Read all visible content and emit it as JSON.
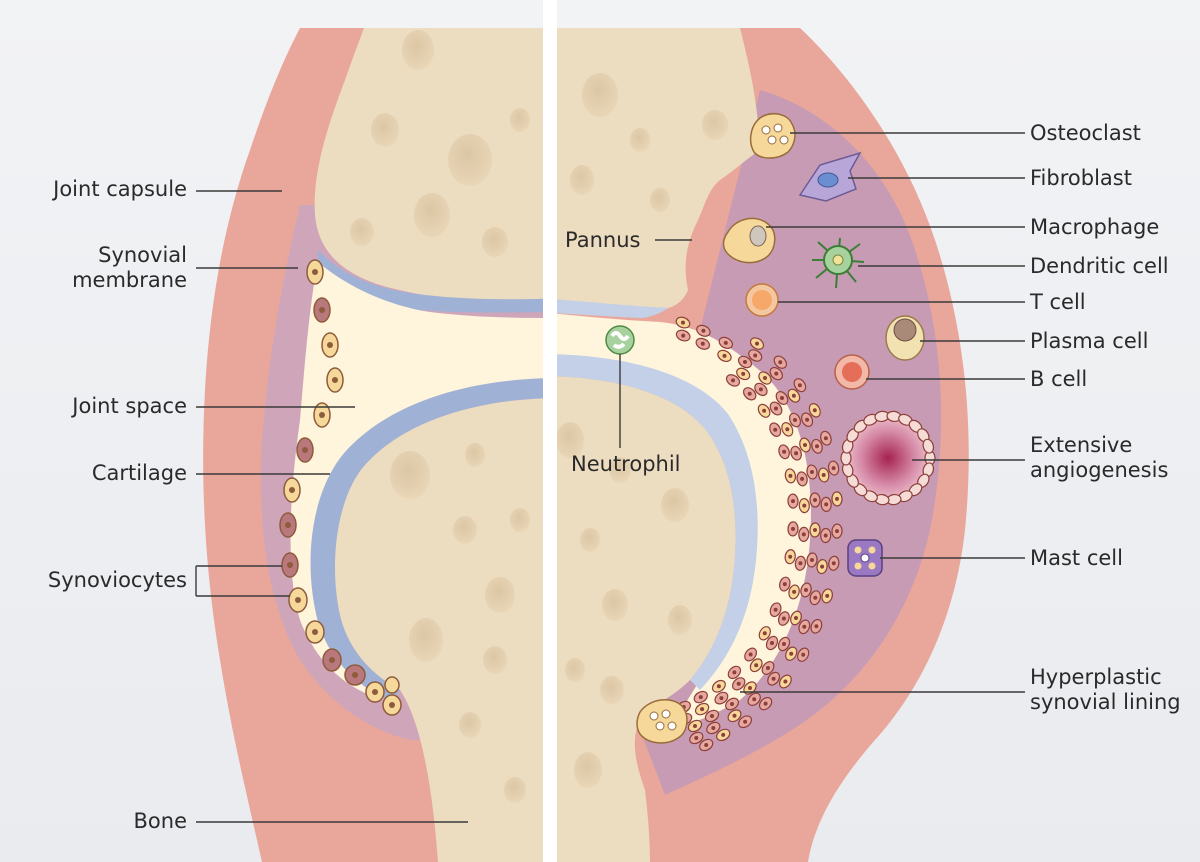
{
  "labels": {
    "joint_capsule": "Joint capsule",
    "synovial_membrane": [
      "Synovial",
      "membrane"
    ],
    "joint_space": "Joint space",
    "cartilage": "Cartilage",
    "synoviocytes": "Synoviocytes",
    "bone": "Bone",
    "pannus": "Pannus",
    "neutrophil": "Neutrophil",
    "osteoclast": "Osteoclast",
    "fibroblast": "Fibroblast",
    "macrophage": "Macrophage",
    "dendritic_cell": "Dendritic cell",
    "t_cell": "T cell",
    "plasma_cell": "Plasma cell",
    "b_cell": "B cell",
    "extensive_angiogenesis": [
      "Extensive",
      "angiogenesis"
    ],
    "mast_cell": "Mast cell",
    "hyperplastic_synovial_lining": [
      "Hyperplastic",
      "synovial lining"
    ]
  },
  "colors": {
    "capsule": "#e9a79c",
    "synovium": "#cfa5ba",
    "synovium_inflamed": "#c79bb3",
    "bone": "#ecdcc0",
    "joint_space": "#fff4dc",
    "cartilage": "#9fb2d6",
    "synoviocyte": "#f5d89a",
    "synoviocyte_dark": "#b9787c",
    "divider": "#ffffff"
  }
}
